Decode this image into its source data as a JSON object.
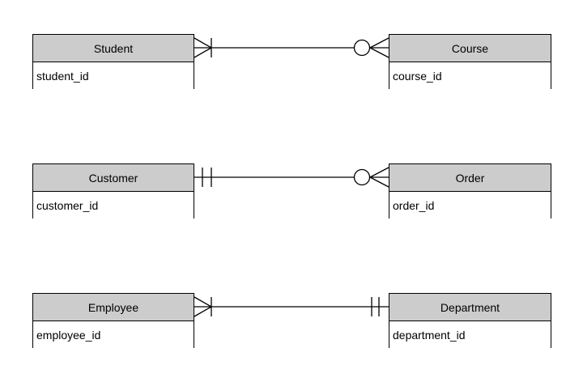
{
  "diagram": {
    "type": "entity-relationship",
    "background_color": "#ffffff",
    "entity_header_fill": "#cccccc",
    "entity_body_fill": "#ffffff",
    "line_color": "#000000",
    "text_color": "#000000"
  },
  "entities": [
    {
      "name": "Student",
      "attributes": [
        "student_id"
      ]
    },
    {
      "name": "Course",
      "attributes": [
        "course_id"
      ]
    },
    {
      "name": "Customer",
      "attributes": [
        "customer_id"
      ]
    },
    {
      "name": "Order",
      "attributes": [
        "order_id"
      ]
    },
    {
      "name": "Employee",
      "attributes": [
        "employee_id"
      ]
    },
    {
      "name": "Department",
      "attributes": [
        "department_id"
      ]
    }
  ],
  "relationships": [
    {
      "from": "Student",
      "to": "Course",
      "from_cardinality": "one-or-many",
      "to_cardinality": "zero-or-many"
    },
    {
      "from": "Customer",
      "to": "Order",
      "from_cardinality": "exactly-one",
      "to_cardinality": "zero-or-many"
    },
    {
      "from": "Employee",
      "to": "Department",
      "from_cardinality": "one-or-many",
      "to_cardinality": "exactly-one"
    }
  ]
}
